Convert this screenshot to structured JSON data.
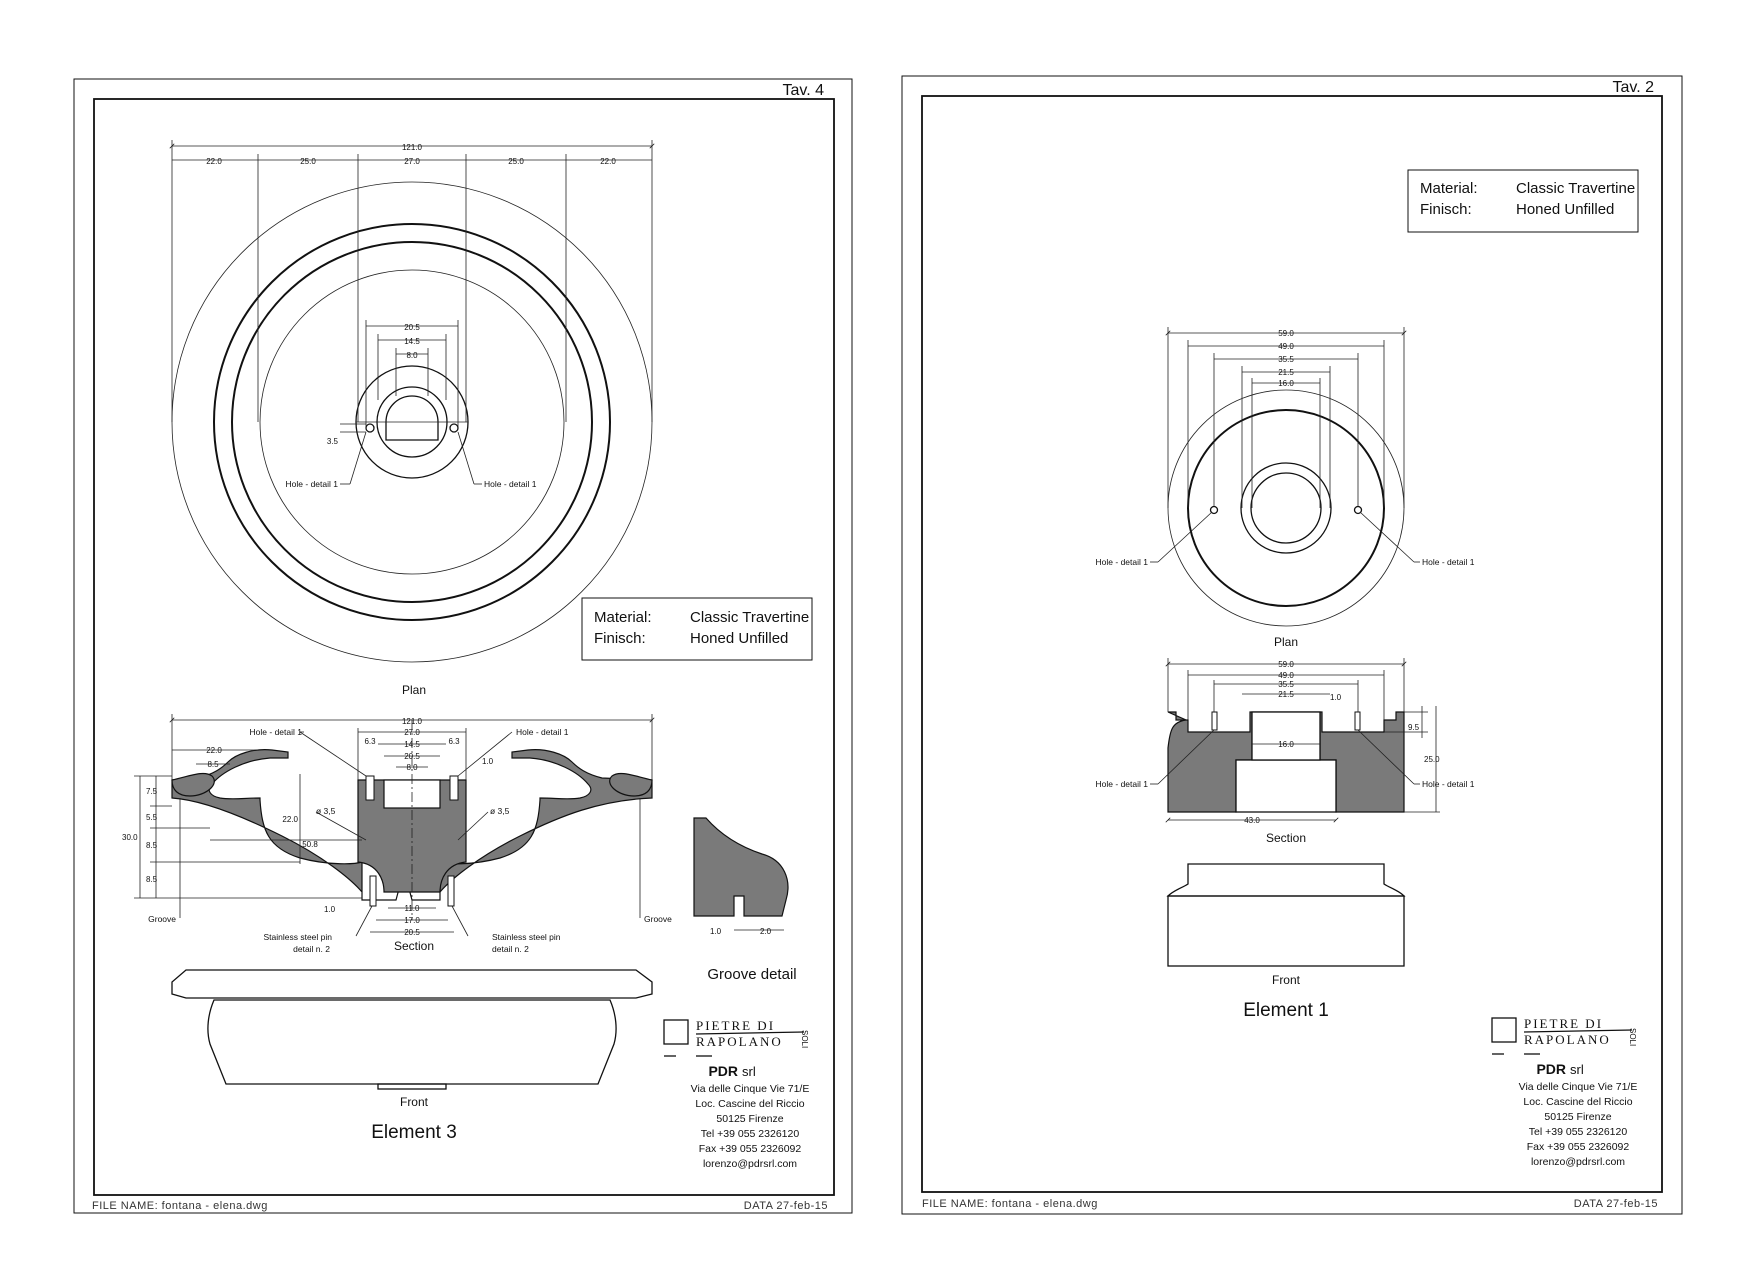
{
  "colors": {
    "ink": "#111111",
    "section_fill": "#7a7a7a",
    "paper": "#ffffff"
  },
  "sheet_left": {
    "sheet_no": "Tav. 4",
    "file_name": "FILE NAME: fontana - elena.dwg",
    "date": "DATA 27-feb-15",
    "plan": {
      "caption": "Plan",
      "dims_top": {
        "overall": "121.0",
        "parts": [
          "22.0",
          "25.0",
          "27.0",
          "25.0",
          "22.0"
        ]
      },
      "dims_inner": [
        "20.5",
        "14.5",
        "8.0"
      ],
      "dim_side": "3.5",
      "hole_left": "Hole - detail 1",
      "hole_right": "Hole - detail 1"
    },
    "material_box": {
      "material_label": "Material:",
      "material_value": "Classic Travertine",
      "finish_label": "Finisch:",
      "finish_value": "Honed Unfilled"
    },
    "section": {
      "caption": "Section",
      "dims_top": [
        "121.0",
        "27.0",
        "14.5",
        "20.5",
        "8.0",
        "6.3",
        "6.3"
      ],
      "dim_22": "22.0",
      "dim_85": "8.5",
      "dim_10_top": "1.0",
      "hole_left": "Hole - detail 1",
      "hole_right": "Hole - detail 1",
      "phi_left": "ø 3,5",
      "phi_right": "ø 3,5",
      "dim_220_v": "22.0",
      "dim_508": "50.8",
      "left_dims": {
        "total": "30.0",
        "parts": [
          "7.5",
          "5.5",
          "8.5",
          "8.5"
        ]
      },
      "dim_10_bottom": "1.0",
      "groove_left": "Groove",
      "groove_right": "Groove",
      "bottom_dims": [
        "11.0",
        "17.0",
        "20.5"
      ],
      "pin_left": [
        "Stainless steel pin",
        "detail n. 2"
      ],
      "pin_right": [
        "Stainless steel pin",
        "detail n. 2"
      ]
    },
    "groove_detail": {
      "caption": "Groove detail",
      "dim_a": "1.0",
      "dim_b": "2.0"
    },
    "front": {
      "caption": "Front"
    },
    "element_title": "Element 3",
    "company": {
      "logo_line1": "PIETRE DI",
      "logo_line2": "RAPOLANO",
      "logo_side": "SOLI",
      "name": "PDR",
      "suffix": "srl",
      "address": [
        "Via delle Cinque Vie 71/E",
        "Loc. Cascine del Riccio",
        "50125 Firenze",
        "Tel +39  055 2326120",
        "Fax +39 055 2326092",
        "lorenzo@pdrsrl.com"
      ]
    }
  },
  "sheet_right": {
    "sheet_no": "Tav. 2",
    "file_name": "FILE NAME: fontana - elena.dwg",
    "date": "DATA 27-feb-15",
    "material_box": {
      "material_label": "Material:",
      "material_value": "Classic Travertine",
      "finish_label": "Finisch:",
      "finish_value": "Honed Unfilled"
    },
    "plan": {
      "caption": "Plan",
      "dims": [
        "59.0",
        "49.0",
        "35.5",
        "21.5",
        "16.0"
      ],
      "hole_left": "Hole - detail 1",
      "hole_right": "Hole - detail 1"
    },
    "section": {
      "caption": "Section",
      "dims_top": [
        "59.0",
        "49.0",
        "35.5",
        "21.5"
      ],
      "dim_small": "1.0",
      "dim_160": "16.0",
      "dim_95": "9.5",
      "dim_250": "25.0",
      "dim_430": "43.0",
      "hole_left": "Hole - detail 1",
      "hole_right": "Hole - detail 1"
    },
    "front": {
      "caption": "Front"
    },
    "element_title": "Element 1",
    "company": {
      "logo_line1": "PIETRE DI",
      "logo_line2": "RAPOLANO",
      "logo_side": "SOLI",
      "name": "PDR",
      "suffix": "srl",
      "address": [
        "Via delle Cinque Vie 71/E",
        "Loc. Cascine del Riccio",
        "50125 Firenze",
        "Tel +39  055 2326120",
        "Fax +39 055 2326092",
        "lorenzo@pdrsrl.com"
      ]
    }
  }
}
